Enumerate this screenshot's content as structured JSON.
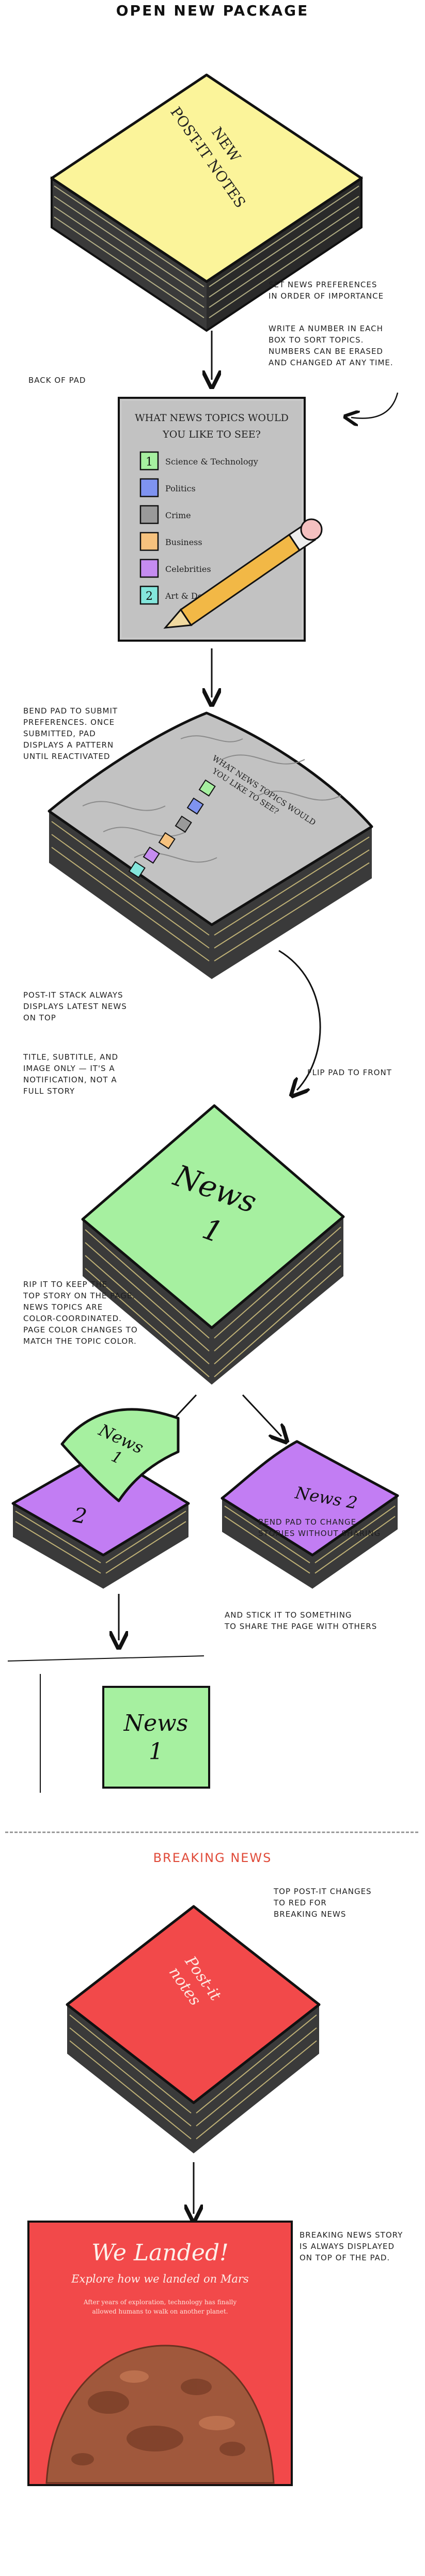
{
  "title": "OPEN NEW PACKAGE",
  "pad1": {
    "line1": "NEW",
    "line2": "POST-IT NOTES"
  },
  "notes": {
    "set_prefs": "SET NEWS PREFERENCES\nIN ORDER OF IMPORTANCE",
    "write_number": "WRITE A NUMBER IN EACH\nBOX TO SORT TOPICS.\nNUMBERS CAN BE ERASED\nAND CHANGED AT ANY TIME.",
    "back_of_pad": "BACK OF PAD",
    "bend_submit": "BEND PAD TO SUBMIT\nPREFERENCES. ONCE\nSUBMITTED, PAD\nDISPLAYS A PATTERN\nUNTIL REACTIVATED",
    "stack_latest": "POST-IT STACK ALWAYS\nDISPLAYS LATEST NEWS\nON TOP",
    "title_subtitle": "TITLE, SUBTITLE, AND\nIMAGE ONLY — IT'S A\nNOTIFICATION, NOT A\nFULL STORY",
    "flip_pad": "FLIP PAD TO FRONT",
    "rip_it": "RIP IT TO KEEP THE\nTOP STORY ON THE PAGE.\nNEWS TOPICS ARE\nCOLOR-COORDINATED.\nPAGE COLOR CHANGES TO\nMATCH THE TOPIC COLOR.",
    "bend_change": "BEND PAD TO CHANGE\nSTORIES WITHOUT SHARING",
    "stick_it": "AND STICK IT TO SOMETHING\nTO SHARE THE PAGE WITH OTHERS",
    "top_red": "TOP POST-IT CHANGES\nTO RED FOR\nBREAKING NEWS",
    "breaking_story": "BREAKING NEWS STORY\nIS ALWAYS DISPLAYED\nON TOP OF THE PAD."
  },
  "form": {
    "question_line1": "WHAT NEWS TOPICS WOULD",
    "question_line2": "YOU LIKE TO SEE?",
    "topics": [
      {
        "number": "1",
        "label": "Science & Technology",
        "color": "#a6f0a0"
      },
      {
        "number": "",
        "label": "Politics",
        "color": "#7f93f0"
      },
      {
        "number": "",
        "label": "Crime",
        "color": "#9a9a9a"
      },
      {
        "number": "",
        "label": "Business",
        "color": "#f6c27e"
      },
      {
        "number": "",
        "label": "Celebrities",
        "color": "#c58cf0"
      },
      {
        "number": "2",
        "label": "Art & Design",
        "color": "#84e6dc"
      }
    ]
  },
  "news_pad": {
    "word": "News",
    "number": "1"
  },
  "ripped": {
    "word": "News",
    "number": "1",
    "under_number": "2"
  },
  "purple_pad": {
    "text": "News 2"
  },
  "stuck_note": {
    "word": "News",
    "number": "1"
  },
  "breaking_label": "BREAKING NEWS",
  "red_pad": {
    "line1": "Post-it",
    "line2": "notes"
  },
  "story": {
    "headline": "We Landed!",
    "subtitle": "Explore how we landed on Mars",
    "body_line1": "After years of exploration, technology has finally",
    "body_line2": "allowed humans to walk on another planet."
  },
  "colors": {
    "yellow": "#fbf49a",
    "green": "#a6f0a0",
    "purple": "#c27df3",
    "red": "#f2494a",
    "gray": "#bcbcbc",
    "accent_red": "#e04b3a"
  }
}
